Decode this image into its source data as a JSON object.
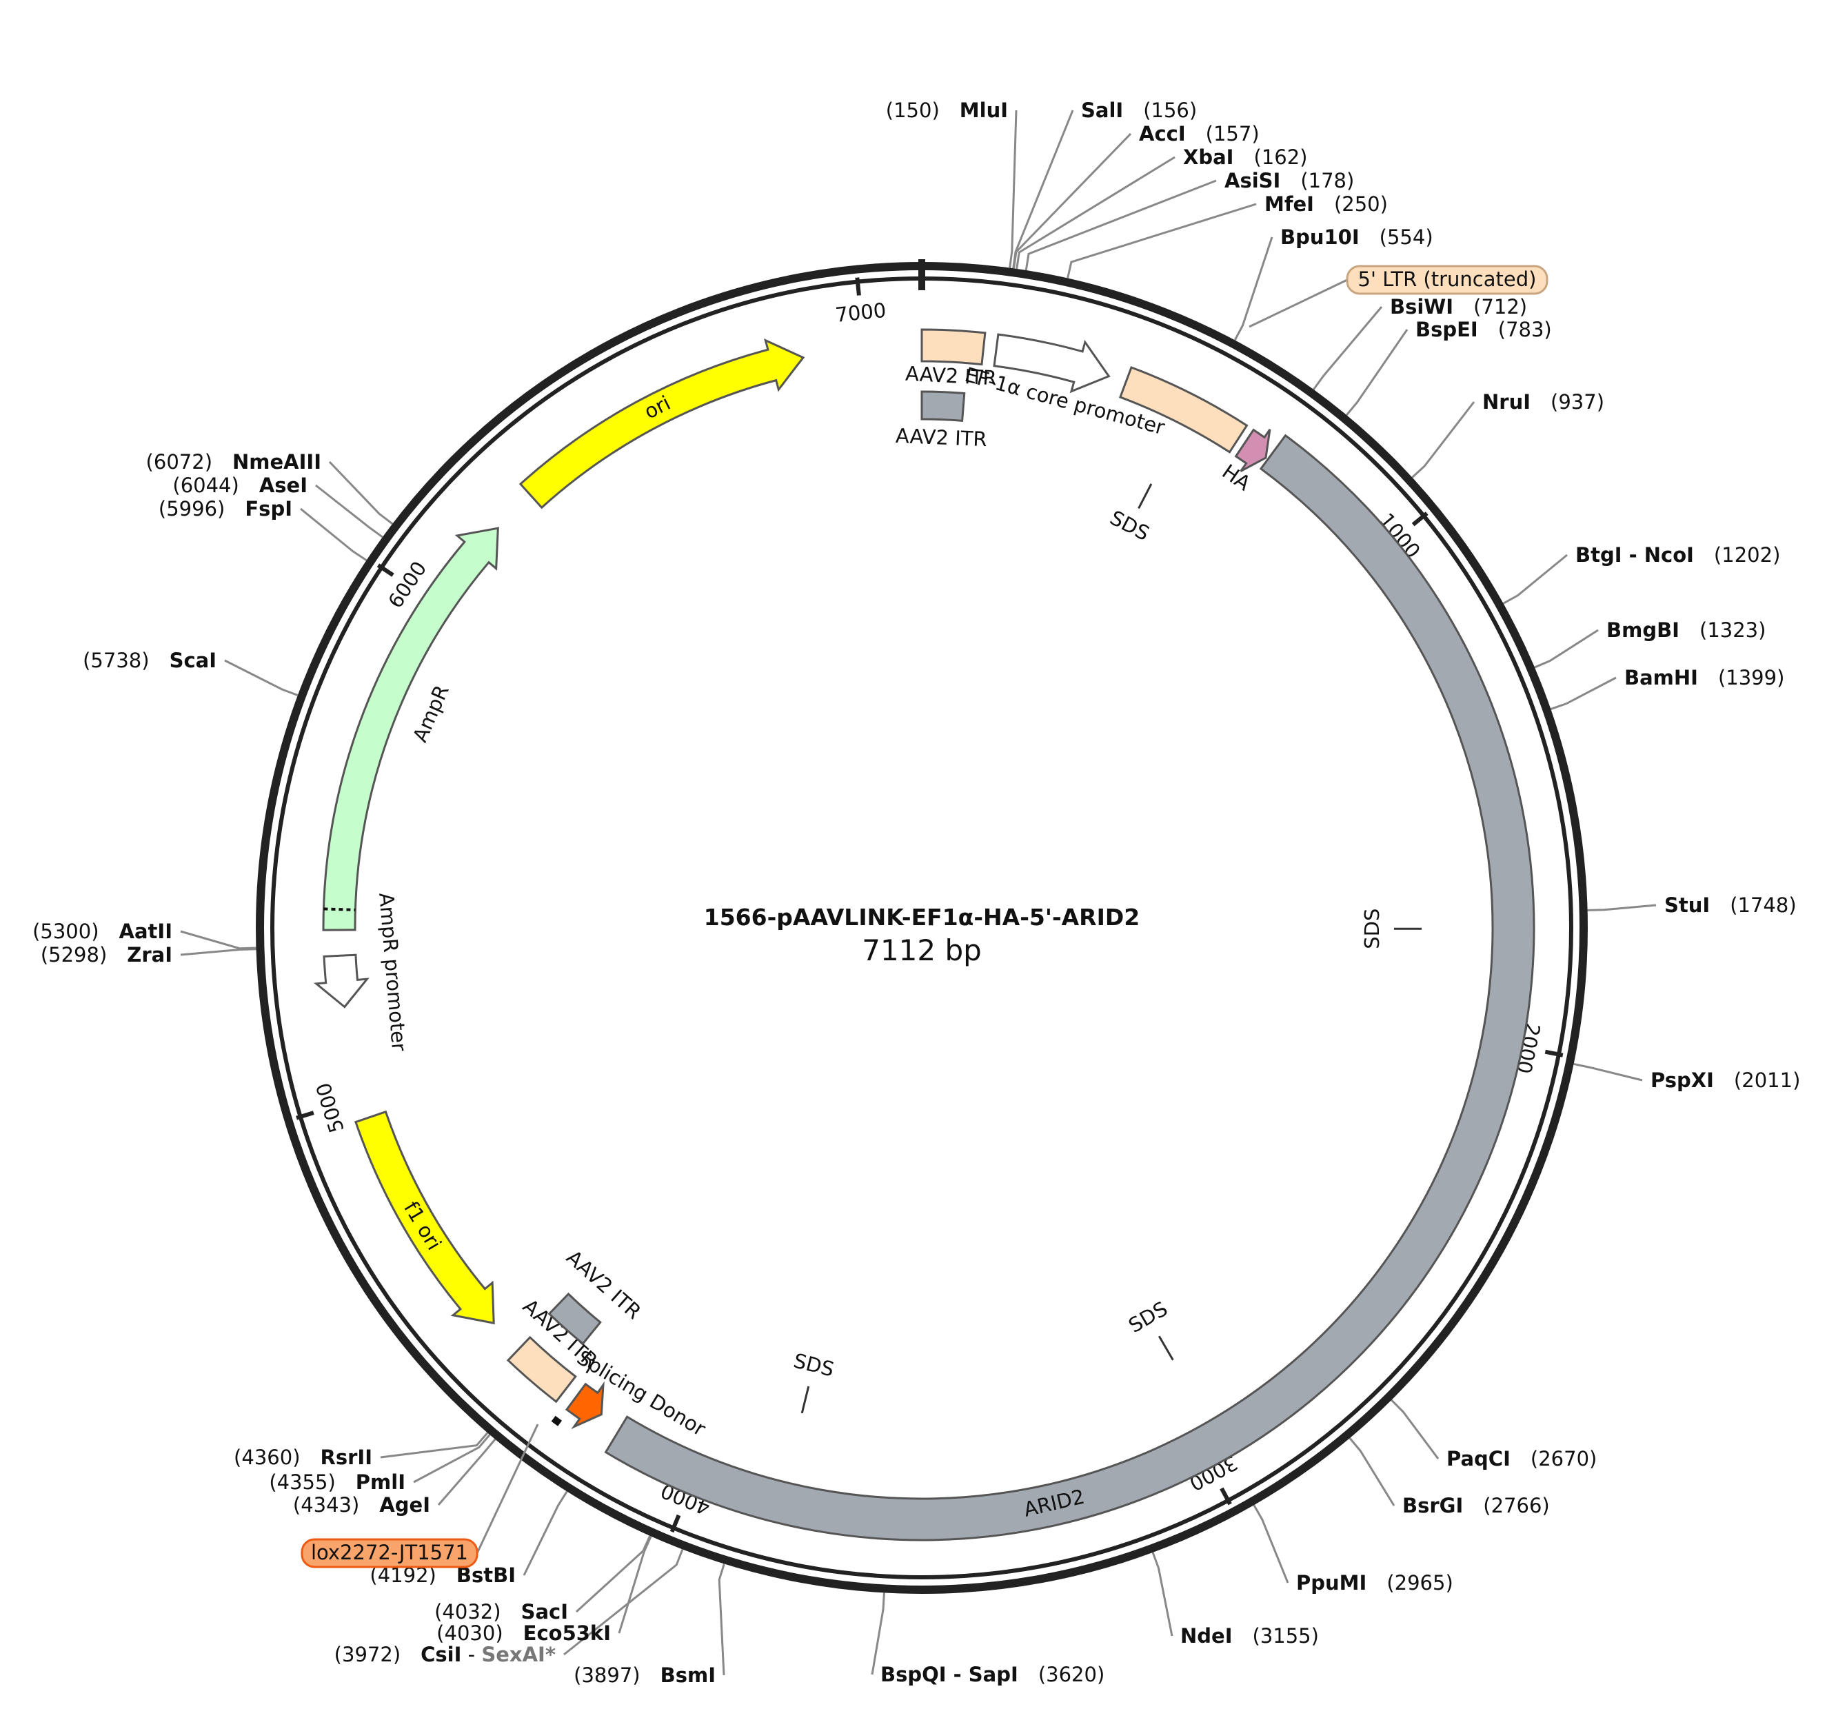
{
  "plasmid": {
    "name": "1566-pAAVLINK-EF1α-HA-5'-ARID2",
    "length_label": "7112 bp",
    "length": 7112
  },
  "ticks": [
    "1000",
    "2000",
    "3000",
    "4000",
    "5000",
    "6000",
    "7000"
  ],
  "features": [
    {
      "id": "ori",
      "label": "ori",
      "color": "#ffff00",
      "type": "arrow",
      "start": 6280,
      "end": 6880,
      "dir": "cw",
      "ring": "outer"
    },
    {
      "id": "aav2-itr-top-outer",
      "label": "AAV2 ITR",
      "color": "#fddfbd",
      "type": "box",
      "start": 0,
      "end": 120,
      "ring": "outer"
    },
    {
      "id": "aav2-itr-top-inner",
      "label": "AAV2 ITR",
      "color": "#a2a9b1",
      "type": "box",
      "start": 0,
      "end": 90,
      "ring": "inner"
    },
    {
      "id": "ef1a-core-promoter",
      "label": "EF-1α core promoter",
      "color": "#ffffff",
      "type": "arrow",
      "start": 145,
      "end": 370,
      "dir": "cw",
      "ring": "outer"
    },
    {
      "id": "ltr-5-truncated-box",
      "label": "",
      "color": "#fddfbd",
      "type": "box",
      "start": 405,
      "end": 650,
      "ring": "outer"
    },
    {
      "id": "ha",
      "label": "HA",
      "color": "#d28fb2",
      "type": "arrow",
      "start": 665,
      "end": 715,
      "dir": "cw",
      "ring": "outer"
    },
    {
      "id": "arid2",
      "label": "ARID2",
      "color": "#a2a9b1",
      "type": "box",
      "start": 720,
      "end": 4170,
      "ring": "mid"
    },
    {
      "id": "splicing-donor",
      "label": "Splicing Donor",
      "color": "#ff6600",
      "type": "arrow",
      "start": 4215,
      "end": 4275,
      "dir": "ccw",
      "ring": "outer"
    },
    {
      "id": "aav2-itr-bottom-outer",
      "label": "AAV2 ITR",
      "color": "#fddfbd",
      "type": "box",
      "start": 4300,
      "end": 4420,
      "ring": "outer"
    },
    {
      "id": "aav2-itr-bottom-inner",
      "label": "AAV2 ITR",
      "color": "#a2a9b1",
      "type": "box",
      "start": 4330,
      "end": 4425,
      "ring": "inner"
    },
    {
      "id": "f1-ori",
      "label": "f1 ori",
      "color": "#ffff00",
      "type": "arrow",
      "start": 4490,
      "end": 4960,
      "dir": "ccw",
      "ring": "outer"
    },
    {
      "id": "ampr-promoter",
      "label": "AmpR promoter",
      "color": "#ffffff",
      "type": "arrow",
      "start": 5180,
      "end": 5280,
      "dir": "ccw",
      "ring": "outer"
    },
    {
      "id": "ampr",
      "label": "AmpR",
      "color": "#c6fdcc",
      "type": "arrow",
      "start": 5330,
      "end": 6190,
      "dir": "cw",
      "ring": "outer"
    }
  ],
  "sds_marks": [
    {
      "label": "SDS",
      "pos": 540
    },
    {
      "label": "SDS",
      "pos": 1780
    },
    {
      "label": "SDS",
      "pos": 2960
    },
    {
      "label": "SDS",
      "pos": 3830
    }
  ],
  "sites": [
    {
      "name": "MluI",
      "pos": "150",
      "side": "L"
    },
    {
      "name": "SalI",
      "pos": "156",
      "side": "R"
    },
    {
      "name": "AccI",
      "pos": "157",
      "side": "R"
    },
    {
      "name": "XbaI",
      "pos": "162",
      "side": "R"
    },
    {
      "name": "AsiSI",
      "pos": "178",
      "side": "R"
    },
    {
      "name": "MfeI",
      "pos": "250",
      "side": "R"
    },
    {
      "name": "Bpu10I",
      "pos": "554",
      "side": "R"
    },
    {
      "name": "BsiWI",
      "pos": "712",
      "side": "R"
    },
    {
      "name": "BspEI",
      "pos": "783",
      "side": "R"
    },
    {
      "name": "NruI",
      "pos": "937",
      "side": "R"
    },
    {
      "name": "BtgI - NcoI",
      "pos": "1202",
      "side": "R"
    },
    {
      "name": "BmgBI",
      "pos": "1323",
      "side": "R"
    },
    {
      "name": "BamHI",
      "pos": "1399",
      "side": "R"
    },
    {
      "name": "StuI",
      "pos": "1748",
      "side": "R"
    },
    {
      "name": "PspXI",
      "pos": "2011",
      "side": "R"
    },
    {
      "name": "PaqCI",
      "pos": "2670",
      "side": "R"
    },
    {
      "name": "BsrGI",
      "pos": "2766",
      "side": "R"
    },
    {
      "name": "PpuMI",
      "pos": "2965",
      "side": "R"
    },
    {
      "name": "NdeI",
      "pos": "3155",
      "side": "R"
    },
    {
      "name": "BspQI - SapI",
      "pos": "3620",
      "side": "R"
    },
    {
      "name": "BsmI",
      "pos": "3897",
      "side": "L"
    },
    {
      "name": "CsiI",
      "pos": "3972",
      "side": "L",
      "extra": "SexAI*"
    },
    {
      "name": "Eco53kI",
      "pos": "4030",
      "side": "L"
    },
    {
      "name": "SacI",
      "pos": "4032",
      "side": "L"
    },
    {
      "name": "BstBI",
      "pos": "4192",
      "side": "L"
    },
    {
      "name": "AgeI",
      "pos": "4343",
      "side": "L"
    },
    {
      "name": "PmlI",
      "pos": "4355",
      "side": "L"
    },
    {
      "name": "RsrII",
      "pos": "4360",
      "side": "L"
    },
    {
      "name": "ZraI",
      "pos": "5298",
      "side": "L"
    },
    {
      "name": "AatII",
      "pos": "5300",
      "side": "L"
    },
    {
      "name": "ScaI",
      "pos": "5738",
      "side": "L"
    },
    {
      "name": "FspI",
      "pos": "5996",
      "side": "L"
    },
    {
      "name": "AseI",
      "pos": "6044",
      "side": "L"
    },
    {
      "name": "NmeAIII",
      "pos": "6072",
      "side": "L"
    }
  ],
  "boxed_labels": [
    {
      "label": "5' LTR (truncated)",
      "color": "#fddfbd",
      "border": "#c8a57f"
    },
    {
      "label": "lox2272-JT1571",
      "color": "#f9a46b",
      "border": "#ee5a12"
    }
  ],
  "colors": {
    "backbone": "#222222",
    "site_line": "#888888",
    "feature_stroke": "#555555",
    "sexai": "#777777"
  }
}
